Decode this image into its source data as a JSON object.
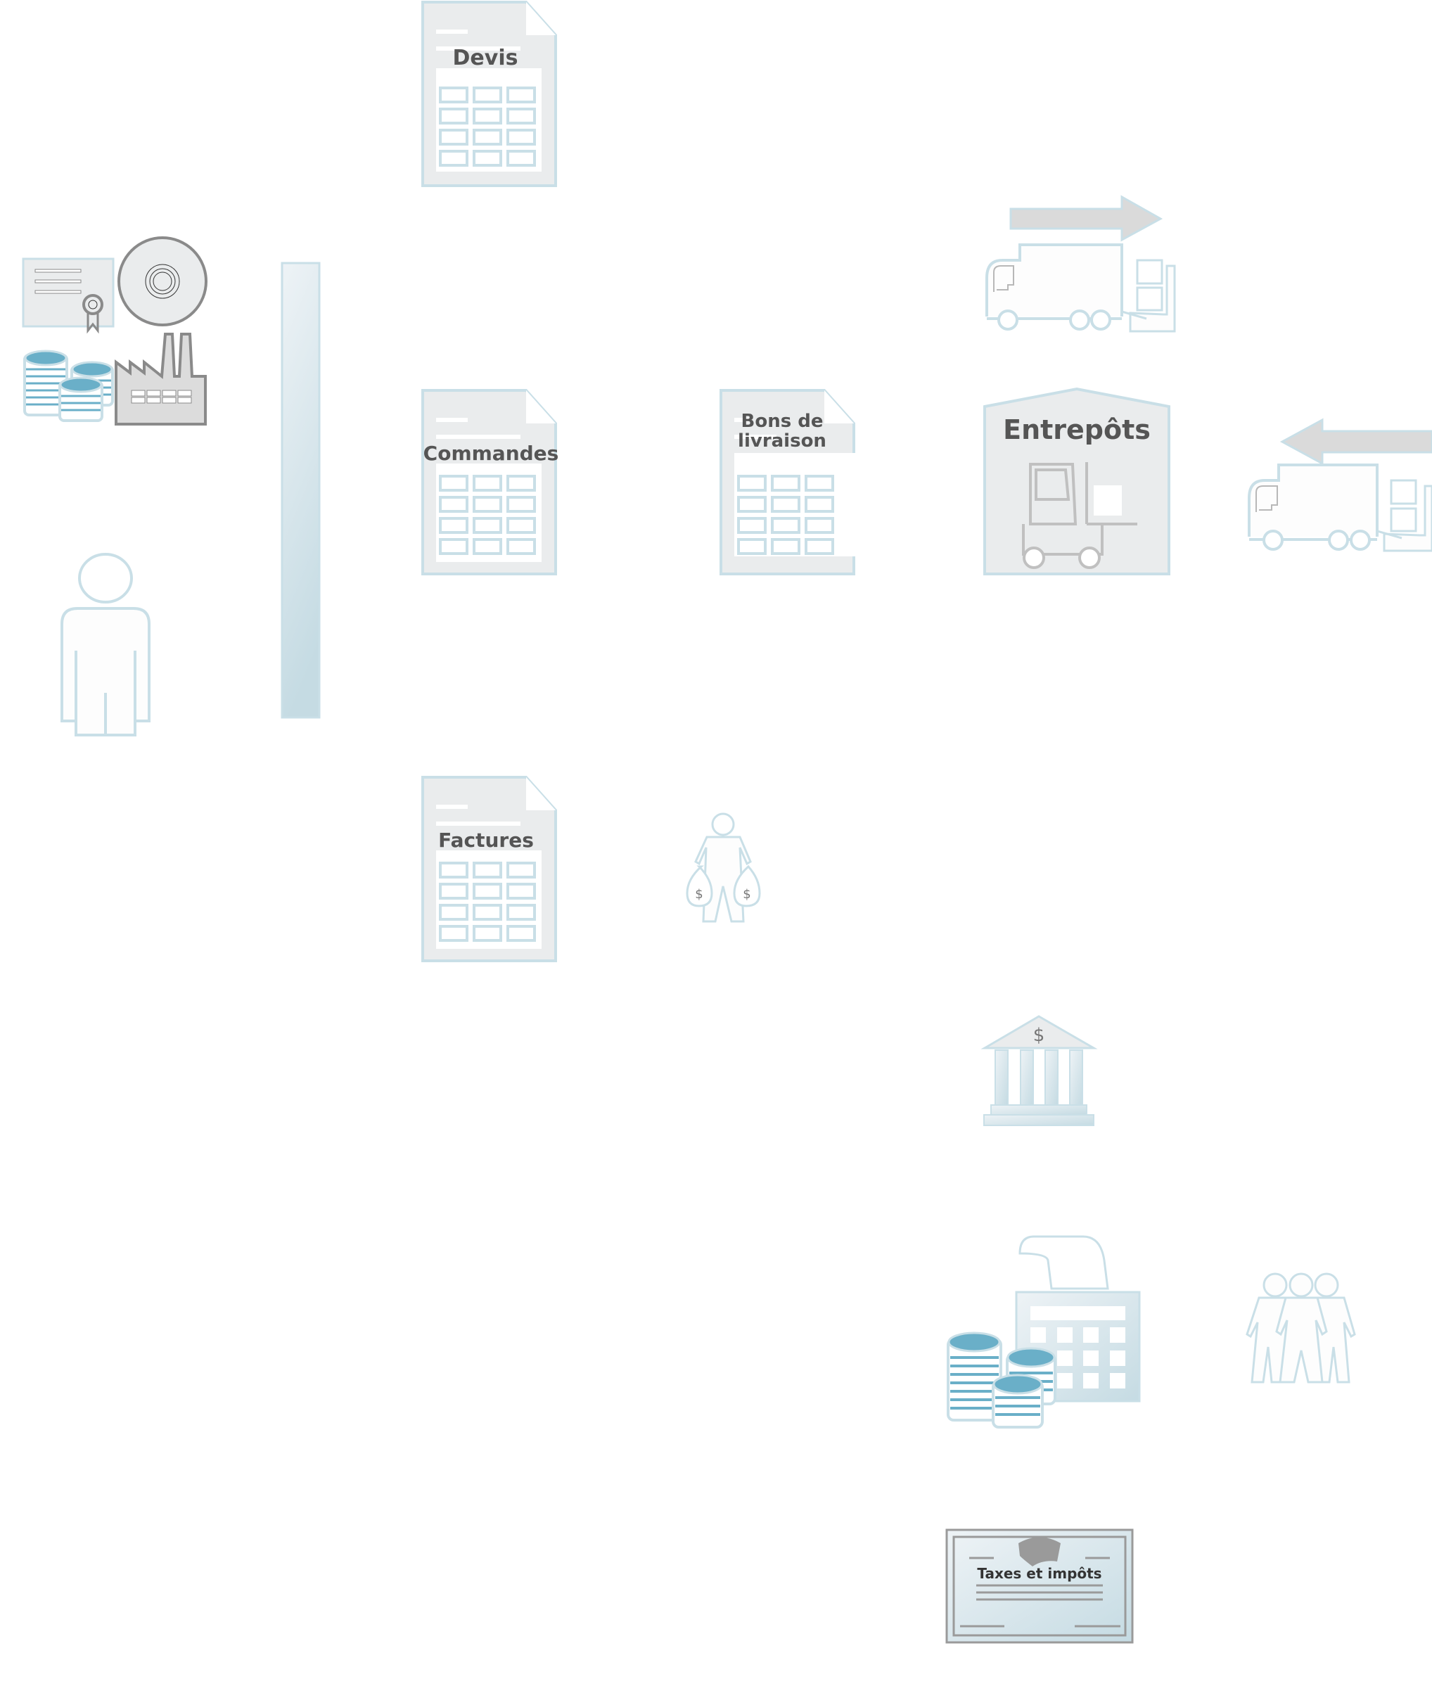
{
  "colors": {
    "outline_blue": "#c9dfe7",
    "fill_light_gray": "#eaeced",
    "gray_stroke": "#8a8a8a",
    "coin_blue": "#6aafc8",
    "label_text": "#555555",
    "tax_text": "#333333"
  },
  "documents": [
    {
      "label": "Devis"
    },
    {
      "label": "Commandes"
    },
    {
      "label": "Factures"
    }
  ],
  "delivery_note": {
    "line1": "Bons de",
    "line2": "livraison"
  },
  "warehouse": {
    "label": "Entrepôts"
  },
  "tax_certificate": {
    "label": "Taxes et impôts"
  },
  "icons": {
    "certificate": "certificate-icon",
    "disc": "disc-icon",
    "coins": "coins-icon",
    "factory": "factory-icon",
    "person": "person-icon",
    "vertical_bar": "vertical-bar",
    "truck_outbound": "truck-outbound-icon",
    "truck_inbound": "truck-inbound-icon",
    "money_person": "person-money-bags-icon",
    "bank": "bank-icon",
    "cash_register": "cash-register-coins-icon",
    "team": "team-icon",
    "currency_symbol": "$"
  }
}
